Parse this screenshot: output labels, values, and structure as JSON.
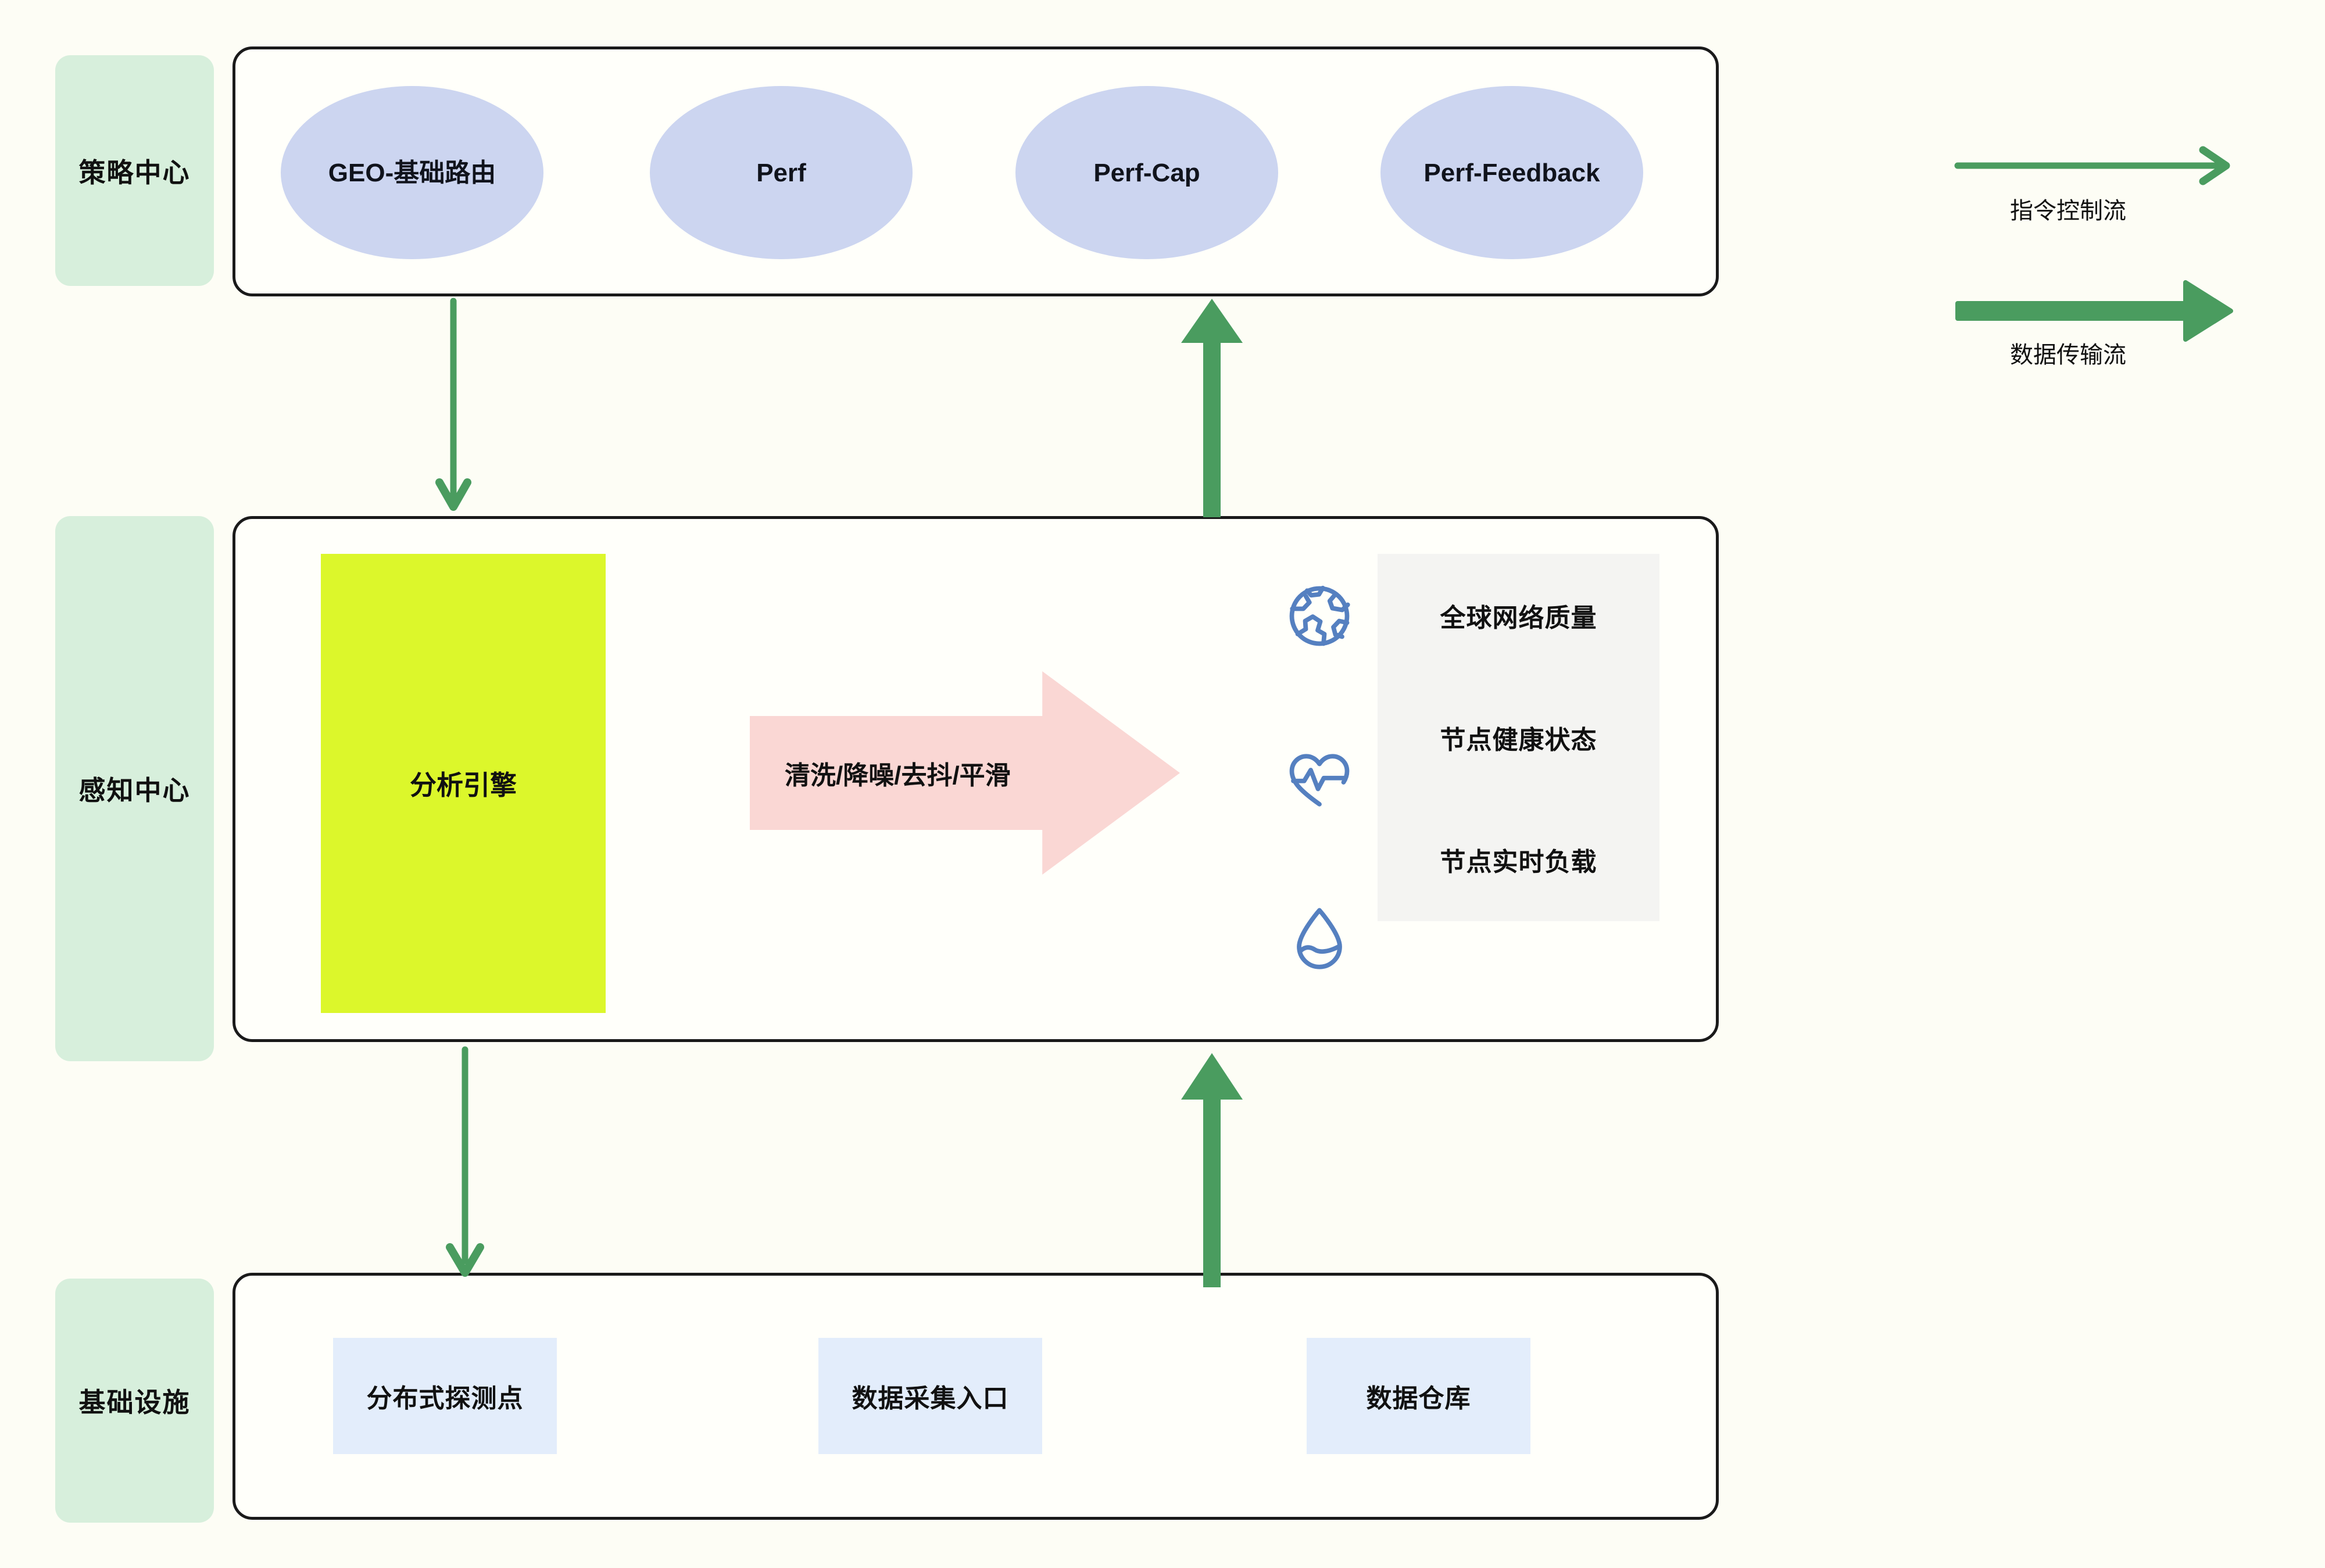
{
  "background_color": "#fdfdf5",
  "accent": {
    "green_flow": "#4a9c5f",
    "band_green": "#d7efdc",
    "ellipse_blue": "#ccd5f0",
    "engine_yellow": "#dcf72b",
    "process_pink": "#fad7d4",
    "metric_card": "#f4f4f2",
    "infra_blue": "#e3edfb",
    "icon_blue": "#5580c0",
    "box_border": "#1a1a1a"
  },
  "bands": [
    {
      "id": "strategy",
      "label": "策略中心"
    },
    {
      "id": "perception",
      "label": "感知中心"
    },
    {
      "id": "infrastructure",
      "label": "基础设施"
    }
  ],
  "strategy": {
    "nodes": [
      {
        "label": "GEO-基础路由"
      },
      {
        "label": "Perf"
      },
      {
        "label": "Perf-Cap"
      },
      {
        "label": "Perf-Feedback"
      }
    ]
  },
  "perception": {
    "engine": {
      "label": "分析引擎"
    },
    "process_arrow": {
      "label": "清洗/降噪/去抖/平滑"
    },
    "metrics": [
      {
        "icon": "globe-icon",
        "label": "全球网络质量"
      },
      {
        "icon": "heart-pulse-icon",
        "label": "节点健康状态"
      },
      {
        "icon": "water-drop-icon",
        "label": "节点实时负载"
      }
    ]
  },
  "infrastructure": {
    "tiles": [
      {
        "label": "分布式探测点"
      },
      {
        "label": "数据采集入口"
      },
      {
        "label": "数据仓库"
      }
    ]
  },
  "legend": {
    "items": [
      {
        "id": "control-flow",
        "label": "指令控制流",
        "style": "thin-line-arrow"
      },
      {
        "id": "data-flow",
        "label": "数据传输流",
        "style": "thick-block-arrow"
      }
    ]
  }
}
